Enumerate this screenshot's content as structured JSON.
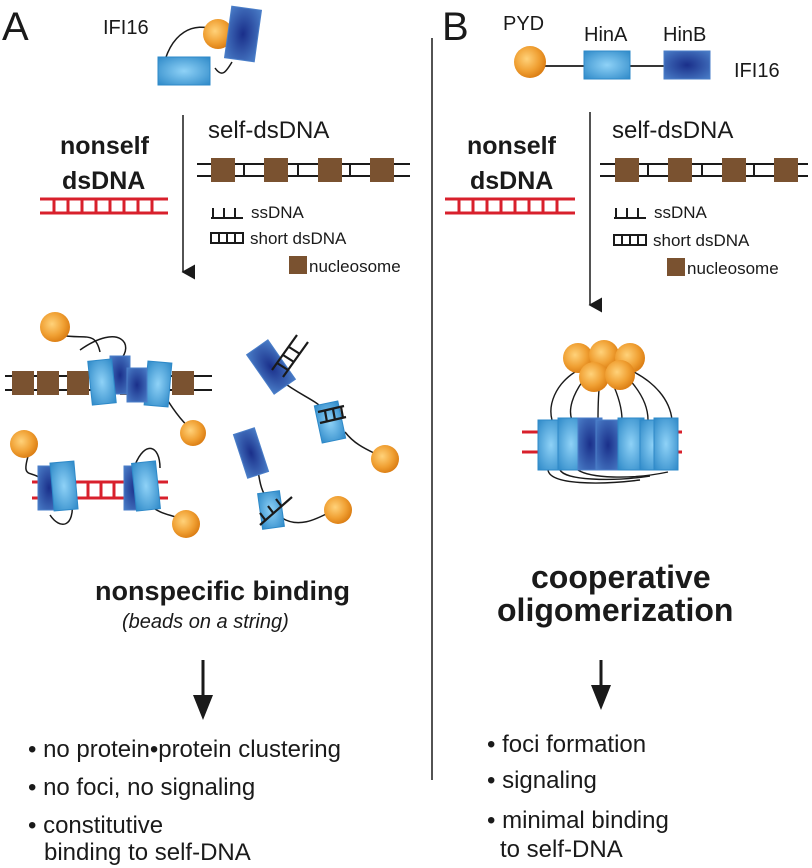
{
  "panel_a": {
    "letter": "A",
    "protein_label": "IFI16",
    "nonself_line1": "nonself",
    "nonself_line2": "dsDNA",
    "self_dsdna": "self-dsDNA",
    "legend": {
      "ssdna": "ssDNA",
      "short_dsdna": "short  dsDNA",
      "nucleosome": "nucleosome"
    },
    "title": "nonspecific binding",
    "subtitle": "(beads on a string)",
    "bullets": [
      "• no protein•protein clustering",
      "• no foci, no signaling",
      "• constitutive",
      "binding to self-DNA"
    ]
  },
  "panel_b": {
    "letter": "B",
    "domain_labels": {
      "pyd": "PYD",
      "hina": "HinA",
      "hinb": "HinB"
    },
    "protein_label": "IFI16",
    "nonself_line1": "nonself",
    "nonself_line2": "dsDNA",
    "self_dsdna": "self-dsDNA",
    "legend": {
      "ssdna": "ssDNA",
      "short_dsdna": "short  dsDNA",
      "nucleosome": "nucleosome"
    },
    "title_line1": "cooperative",
    "title_line2": "oligomerization",
    "bullets": [
      "• foci formation",
      "• signaling",
      "• minimal binding",
      "to self-DNA"
    ]
  },
  "colors": {
    "pyd_orange": "#f0a033",
    "hina_light_blue": "#5aaee0",
    "hinb_dark_blue": "#2b4fa8",
    "nucleosome_brown": "#7a5230",
    "nonself_dna_red": "#d8202c"
  }
}
